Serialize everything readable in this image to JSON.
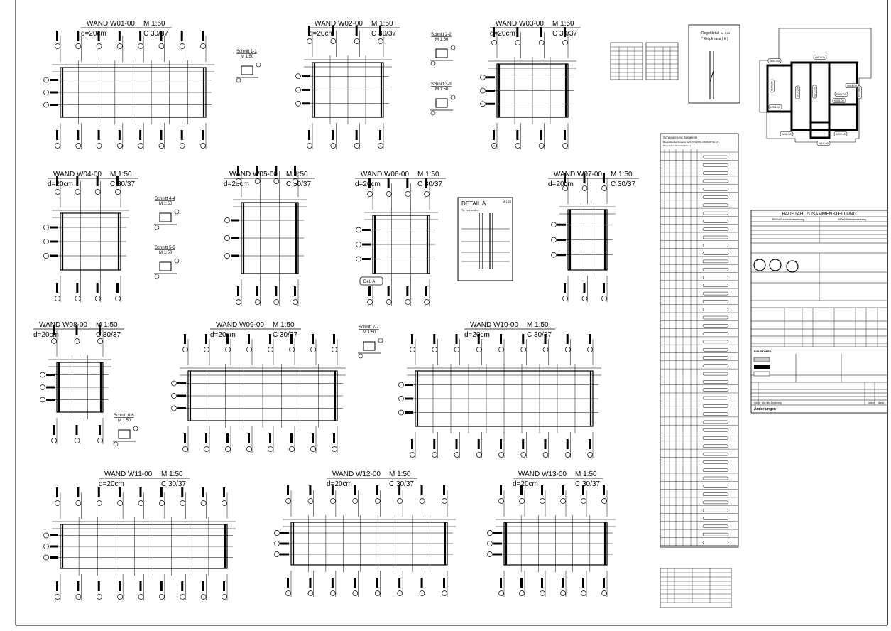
{
  "walls": [
    {
      "title": "WAND W01-00",
      "scale": "M 1:50",
      "thickness": "d=20cm",
      "concrete": "C 30/37"
    },
    {
      "title": "WAND W02-00",
      "scale": "M 1:50",
      "thickness": "d=20cm",
      "concrete": "C 30/37"
    },
    {
      "title": "WAND W03-00",
      "scale": "M 1:50",
      "thickness": "d=20cm",
      "concrete": "C 30/37"
    },
    {
      "title": "WAND W04-00",
      "scale": "M 1:50",
      "thickness": "d=20cm",
      "concrete": "C 30/37"
    },
    {
      "title": "WAND W05-00",
      "scale": "M 1:50",
      "thickness": "d=20cm",
      "concrete": "C 30/37"
    },
    {
      "title": "WAND W06-00",
      "scale": "M 1:50",
      "thickness": "d=20cm",
      "concrete": "C 30/37"
    },
    {
      "title": "WAND W07-00",
      "scale": "M 1:50",
      "thickness": "d=20cm",
      "concrete": "C 30/37"
    },
    {
      "title": "WAND W08-00",
      "scale": "M 1:50",
      "thickness": "d=20cm",
      "concrete": "C 30/37"
    },
    {
      "title": "WAND W09-00",
      "scale": "M 1:50",
      "thickness": "d=20cm",
      "concrete": "C 30/37"
    },
    {
      "title": "WAND W10-00",
      "scale": "M 1:50",
      "thickness": "d=20cm",
      "concrete": "C 30/37"
    },
    {
      "title": "WAND W11-00",
      "scale": "M 1:50",
      "thickness": "d=20cm",
      "concrete": "C 30/37"
    },
    {
      "title": "WAND W12-00",
      "scale": "M 1:50",
      "thickness": "d=20cm",
      "concrete": "C 30/37"
    },
    {
      "title": "WAND W13-00",
      "scale": "M 1:50",
      "thickness": "d=20cm",
      "concrete": "C 30/37"
    }
  ],
  "sections": [
    {
      "title": "Schnitt 1-1",
      "scale": "M 1:50"
    },
    {
      "title": "Schnitt 2-2",
      "scale": "M 1:50"
    },
    {
      "title": "Schnitt 3-3",
      "scale": "M 1:50"
    },
    {
      "title": "Schnitt 4-4",
      "scale": "M 1:50"
    },
    {
      "title": "Schnitt 5-5",
      "scale": "M 1:50"
    },
    {
      "title": "Schnitt 6-6",
      "scale": "M 1:50"
    },
    {
      "title": "Schnitt 7-7",
      "scale": "M 1:50"
    }
  ],
  "detail": {
    "title": "DETAIL A",
    "scale": "M 1:25",
    "note": "Tu vorhanden",
    "ref": "Det. A"
  },
  "regeldetail": {
    "title": "Regeldetail",
    "scale": "M 1:25",
    "note": "* Kröpfmass ( h )"
  },
  "keyplan": {
    "labels": [
      "W01-00",
      "W02-00",
      "W03-00",
      "W04-00",
      "W05-00",
      "W06-00",
      "W07-00",
      "W08-00",
      "W09-00",
      "W10-00",
      "W11-00",
      "W12-00",
      "W13-00"
    ]
  },
  "bending_schedule": {
    "title": "Schneide und Biegeliste",
    "subtitle": "Biegerollendurchmesser nach DIN 1045-1:2008-08 Tab. 23",
    "note": "Biegeradius dbr/Achsradius ≥"
  },
  "title_block": {
    "title": "BAUSTAHLZUSAMMENSTELLUNG",
    "col1": "B500A Rundstahlbewehrung",
    "col2": "B500A Mattenbewehrung",
    "legend_title": "BAUSTOFFE",
    "changes_label": "Änder ungen",
    "change_cols": [
      "Index",
      "Art der Änderung",
      "Datum",
      "Name"
    ]
  }
}
